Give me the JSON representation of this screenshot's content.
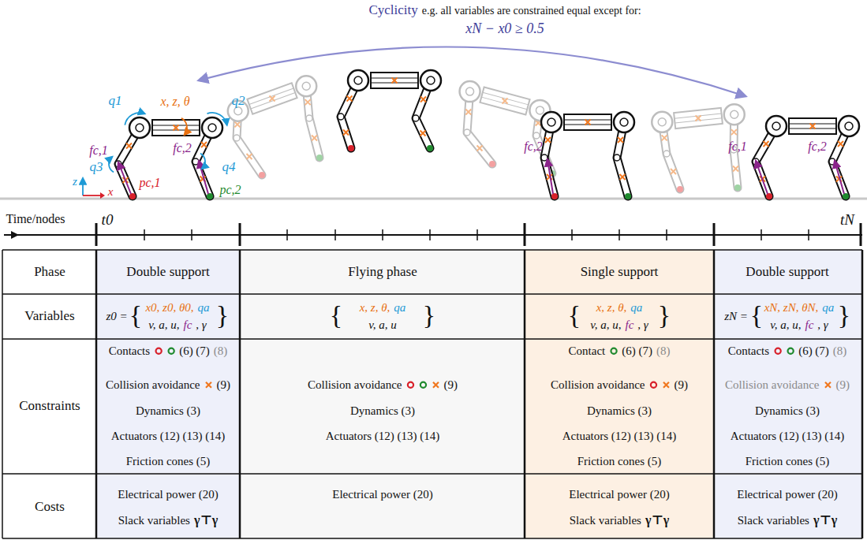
{
  "diagram": {
    "labels": [
      "Cyclicity",
      "e.g. all variables are constrained equal except for:",
      "xN − x0 ≥ 0.5",
      "q1",
      "x, z, θ",
      "q2",
      "fc,1",
      "q3",
      "fc,2",
      "q4",
      "z",
      "x",
      "pc,1",
      "pc,2",
      "fc,2",
      "fc,1",
      "fc,2",
      "Time/nodes",
      "t0",
      "tN",
      "Phase",
      "Variables",
      "Constraints",
      "Costs",
      "Double support",
      "Flying phase",
      "Single support",
      "Double support",
      "z0 =",
      "{",
      "x0, z0, θ0,",
      "qa",
      "v, a, u,",
      "fc",
      ", γ",
      "}",
      "{",
      "x, z, θ,",
      "qa",
      "v, a, u",
      "}",
      "{",
      "x, z, θ,",
      "qa",
      "v, a, u,",
      "fc",
      ", γ",
      "}",
      "zN =",
      "{",
      "xN, zN, θN,",
      "qa",
      "v, a, u,",
      "fc",
      ", γ",
      "}",
      "Contacts",
      "(6) (7)",
      "(8)",
      "Collision avoidance",
      "(9)",
      "Dynamics (3)",
      "Actuators (12) (13) (14)",
      "Friction cones (5)",
      "Collision avoidance",
      "(9)",
      "Dynamics (3)",
      "Actuators (12) (13) (14)",
      "Contact",
      "(6) (7)",
      "(8)",
      "Collision avoidance",
      "(9)",
      "Dynamics (3)",
      "Actuators (12) (13) (14)",
      "Friction cones (5)",
      "Contacts",
      "(6) (7)",
      "(8)",
      "Collision avoidance",
      "(9)",
      "Dynamics (3)",
      "Actuators (12) (13) (14)",
      "Friction cones (5)",
      "Electrical power (20)",
      "Slack variables",
      "γ⊤γ",
      "Electrical power (20)",
      "Electrical power (20)",
      "Slack variables",
      "γ⊤γ",
      "Electrical power (20)",
      "Slack variables",
      "γ⊤γ"
    ]
  }
}
